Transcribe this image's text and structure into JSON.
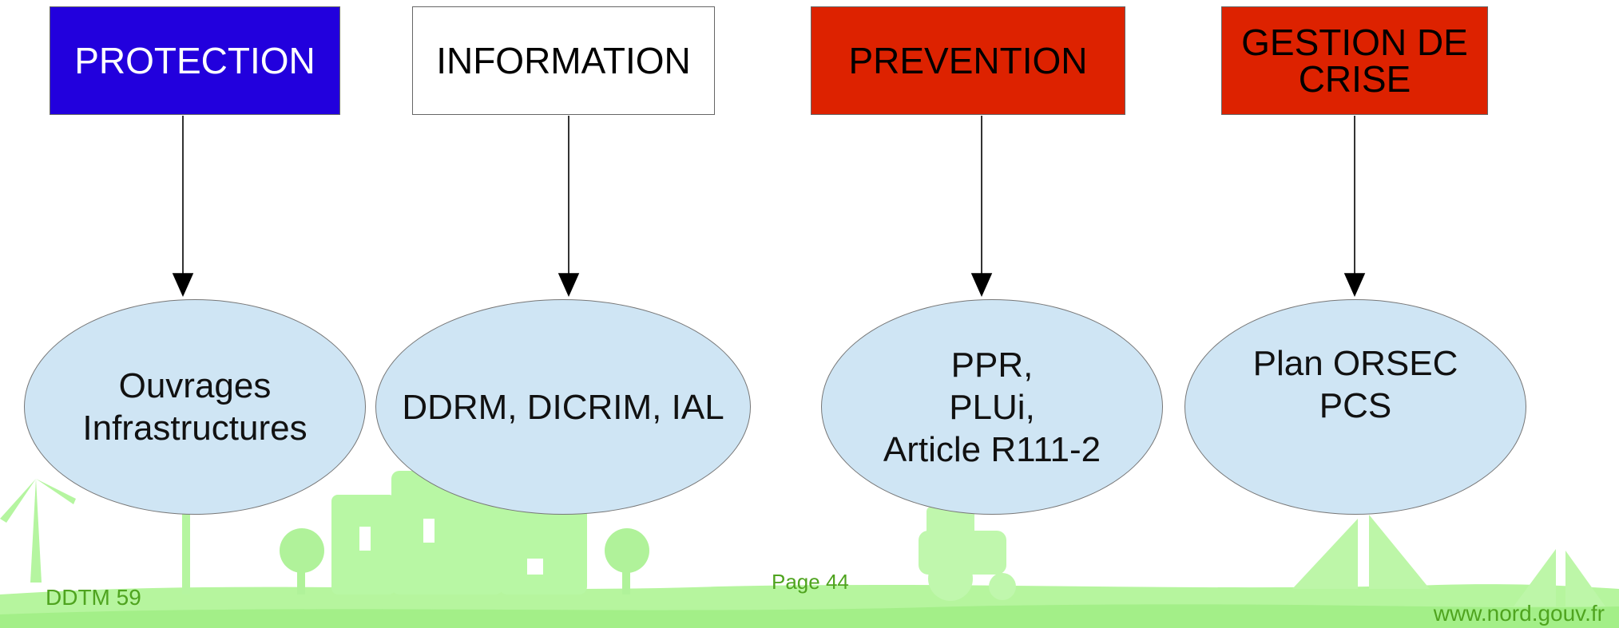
{
  "boxes": [
    {
      "label": "PROTECTION",
      "fill": "#2200dd",
      "text_color": "#ffffff"
    },
    {
      "label": "INFORMATION",
      "fill": "#ffffff",
      "text_color": "#000000"
    },
    {
      "label": "PREVENTION",
      "fill": "#dd2200",
      "text_color": "#000000"
    },
    {
      "label": "GESTION DE CRISE",
      "fill": "#dd2200",
      "text_color": "#000000"
    }
  ],
  "ovals": [
    {
      "label": "Ouvrages\nInfrastructures"
    },
    {
      "label": "DDRM, DICRIM, IAL"
    },
    {
      "label": "PPR,\nPLUi,\nArticle R111-2"
    },
    {
      "label": "Plan ORSEC\nPCS"
    }
  ],
  "footer": {
    "left": "DDTM 59",
    "center": "Page 44",
    "right": "www.nord.gouv.fr"
  },
  "colors": {
    "oval_fill": "#cfe5f4",
    "footer_text": "#4fa41f",
    "landscape": "#a8f58e"
  }
}
